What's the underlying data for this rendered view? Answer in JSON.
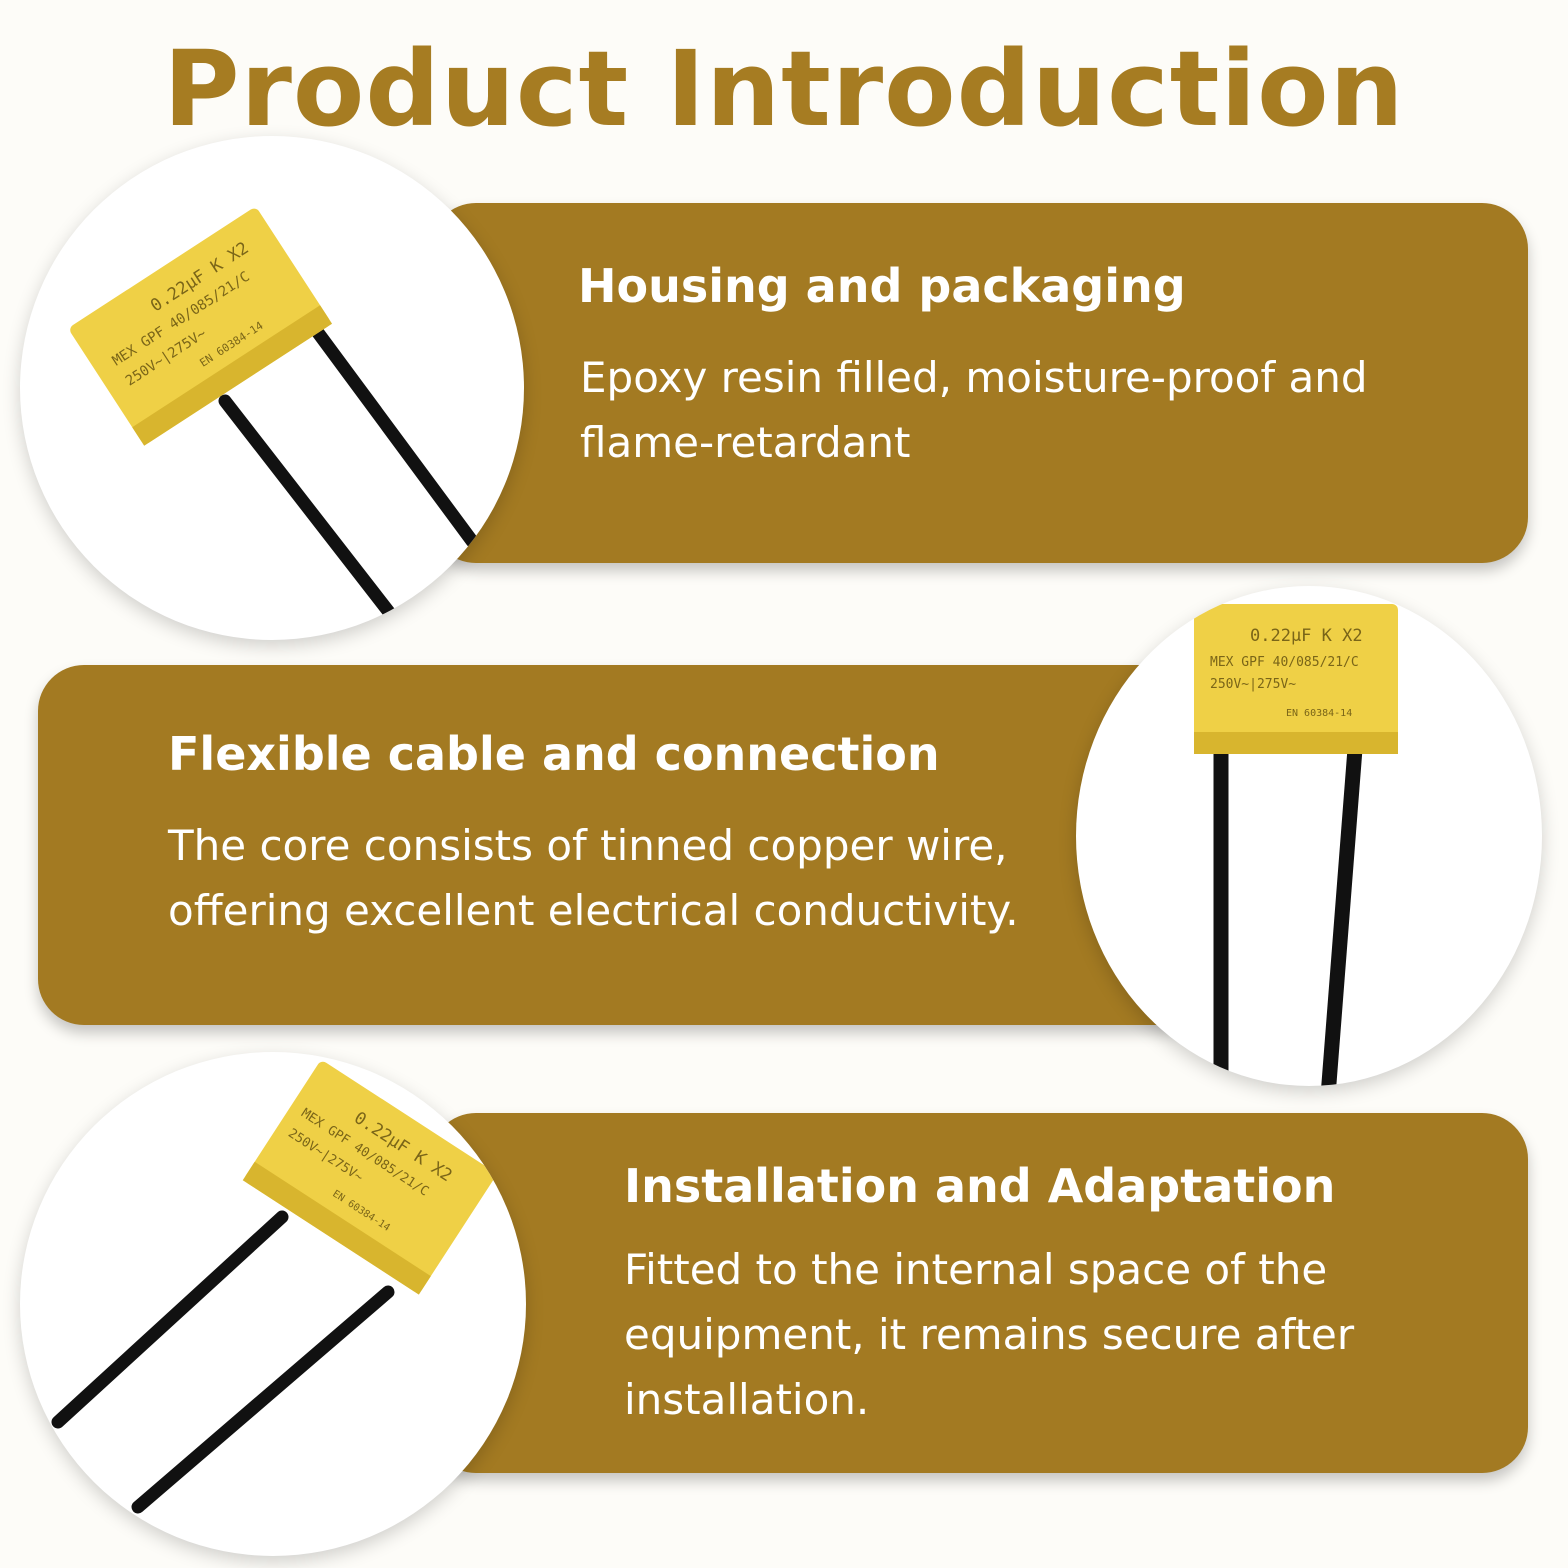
{
  "title": "Product Introduction",
  "colors": {
    "title": "#a67c22",
    "panel": "#a37a22",
    "panel_text": "#ffffff",
    "capacitor_body": "#efd046",
    "capacitor_print": "#7a6518",
    "lead_wire": "#111111"
  },
  "sections": [
    {
      "heading": "Housing and packaging",
      "body": "Epoxy resin filled, moisture-proof and flame-retardant"
    },
    {
      "heading": "Flexible cable and connection",
      "body": "The core consists of tinned copper wire, offering excellent electrical conductivity."
    },
    {
      "heading": "Installation and Adaptation",
      "body": "Fitted to the internal space of the equipment, it remains secure after installation."
    }
  ],
  "capacitor_label": {
    "line1": "0.22µF K X2",
    "line2": "MEX GPF 40/085/21/C",
    "line3": "250V~|275V~",
    "line4": "EN 60384-14"
  }
}
